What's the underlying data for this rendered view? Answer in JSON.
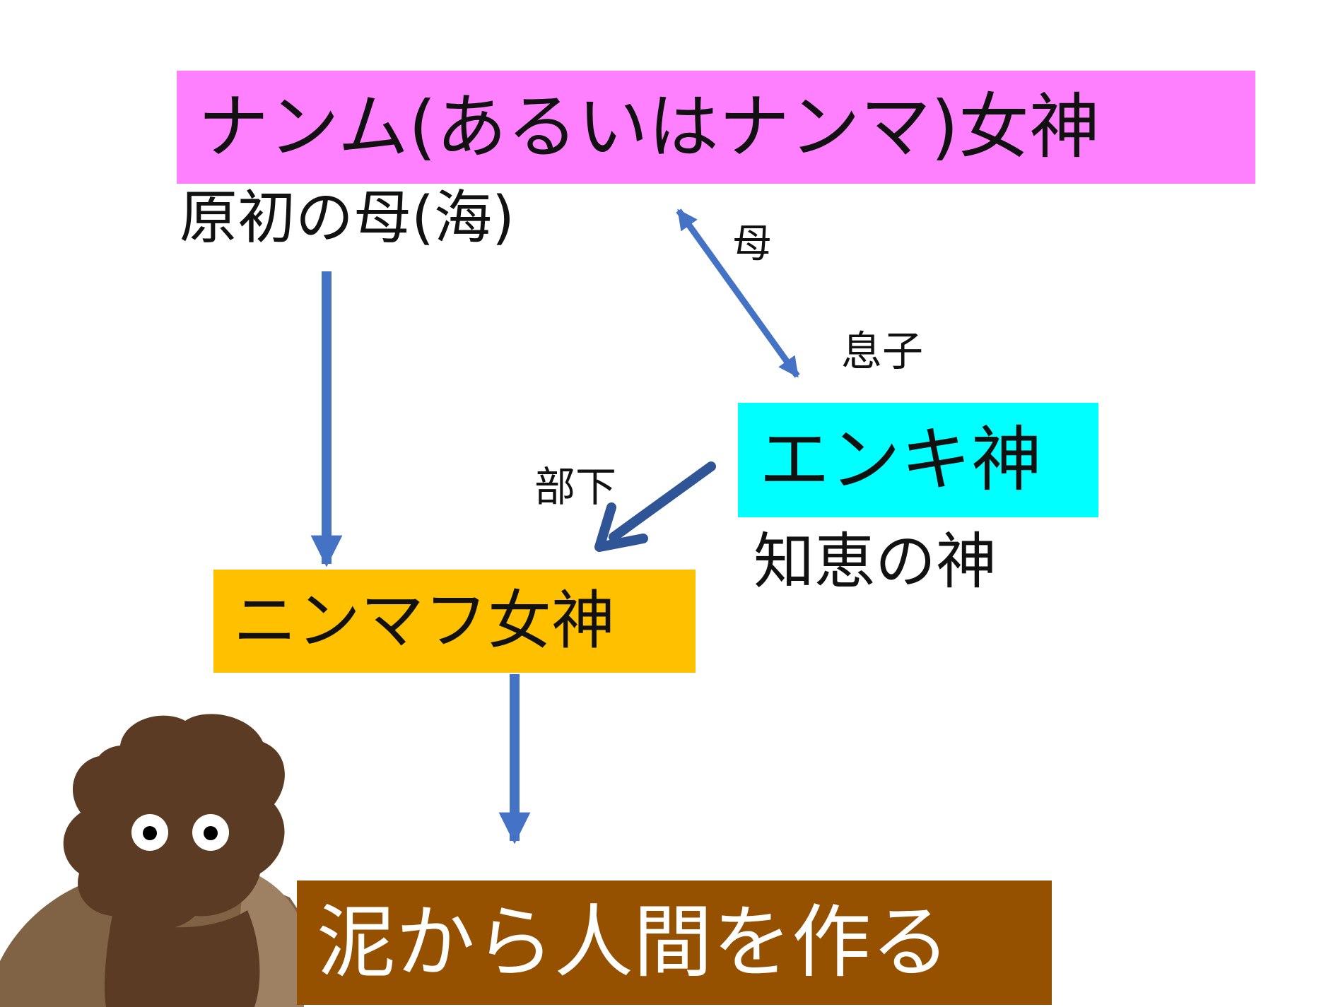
{
  "nodes": {
    "nanmu": {
      "label": "ナンム(あるいはナンマ)女神",
      "subtitle": "原初の母(海)",
      "color": "#ff80ff",
      "text_color": "#111111"
    },
    "enki": {
      "label": "エンキ神",
      "subtitle": "知恵の神",
      "color": "#00ffff",
      "text_color": "#111111"
    },
    "ninmah": {
      "label": "ニンマフ女神",
      "color": "#ffc000",
      "text_color": "#111111"
    },
    "mud_humans": {
      "label": "泥から人間を作る",
      "color": "#955100",
      "text_color": "#ffffff"
    }
  },
  "edges": {
    "nanmu_enki": {
      "label_mother": "母",
      "label_son": "息子"
    },
    "enki_ninmah": {
      "label": "部下"
    }
  },
  "colors": {
    "arrow": "#4472c4",
    "arrow_dark": "#2f5597"
  },
  "illustration": {
    "icon": "mud-figure-icon"
  }
}
